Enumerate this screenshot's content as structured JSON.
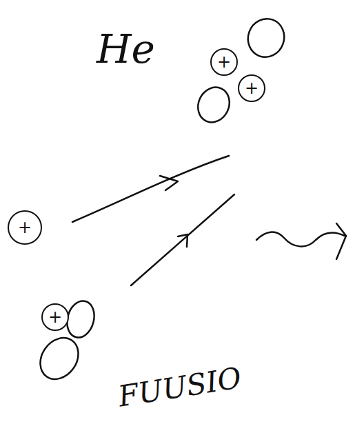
{
  "diagram": {
    "nodes": [
      {
        "text": [
          "+"
        ]
      },
      {
        "text": [
          "+"
        ]
      },
      {
        "text": [
          "+"
        ]
      },
      {
        "text": [
          "+"
        ]
      }
    ],
    "labels": [
      "He",
      "FUUSIO"
    ]
  }
}
